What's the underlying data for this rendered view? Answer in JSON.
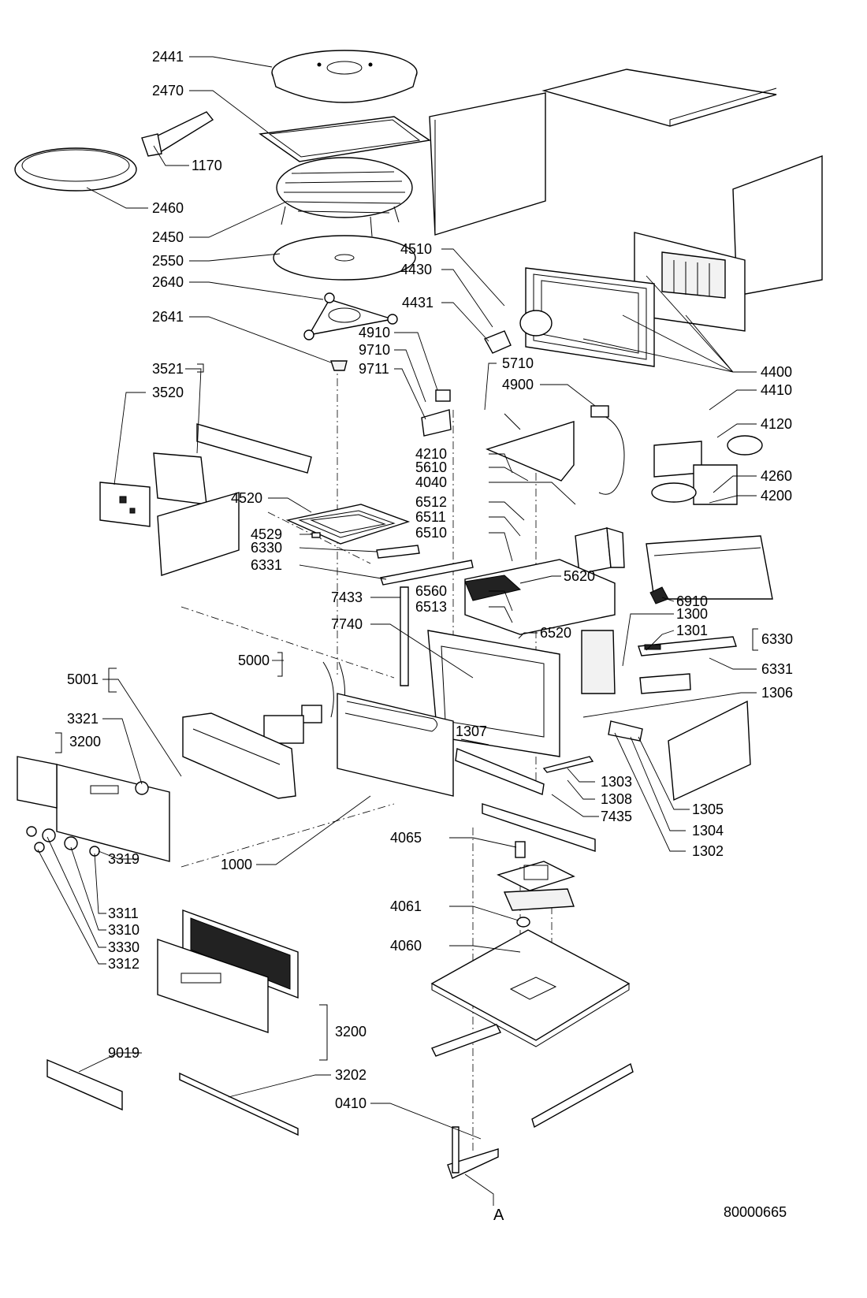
{
  "diagram": {
    "drawing_number": "80000665",
    "reference_letter": "A",
    "labels": [
      "2441",
      "2470",
      "1170",
      "2460",
      "2450",
      "2550",
      "2640",
      "2641",
      "3521",
      "3520",
      "4520",
      "4529",
      "6330",
      "6331",
      "7433",
      "7740",
      "5000",
      "5001",
      "3321",
      "3200",
      "3319",
      "1000",
      "3311",
      "3310",
      "3330",
      "3312",
      "3200",
      "9019",
      "3202",
      "0410",
      "4510",
      "4430",
      "4431",
      "4400",
      "4410",
      "4120",
      "4260",
      "4200",
      "4910",
      "9710",
      "9711",
      "5710",
      "4900",
      "4210",
      "5610",
      "4040",
      "6512",
      "6511",
      "6510",
      "5620",
      "6560",
      "6513",
      "6520",
      "6910",
      "1300",
      "1301",
      "6330",
      "6331",
      "1306",
      "1307",
      "1303",
      "1308",
      "7435",
      "1305",
      "1304",
      "1302",
      "4065",
      "4061",
      "4060"
    ]
  }
}
